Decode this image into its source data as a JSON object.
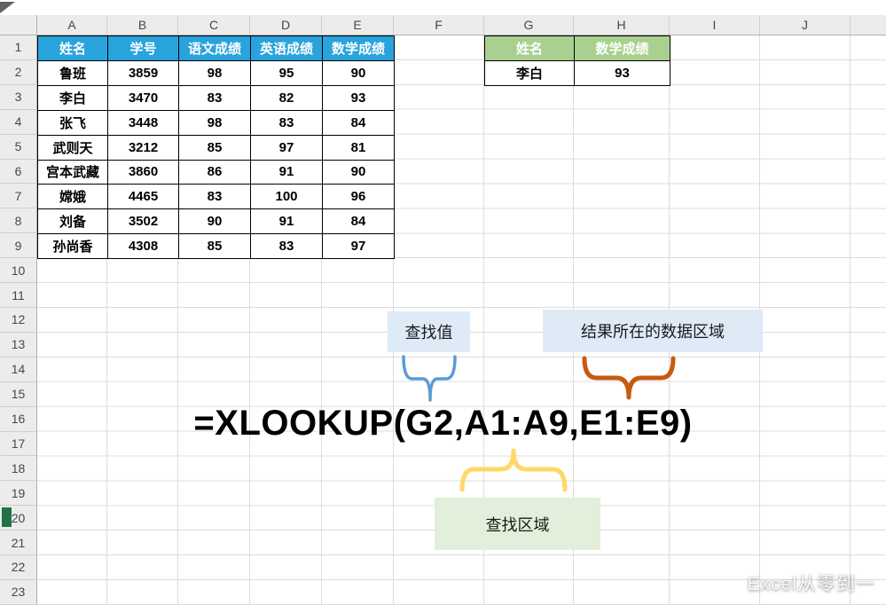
{
  "spreadsheet": {
    "column_headers": [
      "A",
      "B",
      "C",
      "D",
      "E",
      "F",
      "G",
      "H",
      "I",
      "J"
    ],
    "row_headers": [
      "1",
      "2",
      "3",
      "4",
      "5",
      "6",
      "7",
      "8",
      "9",
      "10",
      "11",
      "12",
      "13",
      "14",
      "15",
      "16",
      "17",
      "18",
      "19",
      "20",
      "21",
      "22",
      "23"
    ],
    "main_table": {
      "headers": [
        "姓名",
        "学号",
        "语文成绩",
        "英语成绩",
        "数学成绩"
      ],
      "header_color": "#29A3DC",
      "rows": [
        [
          "鲁班",
          "3859",
          "98",
          "95",
          "90"
        ],
        [
          "李白",
          "3470",
          "83",
          "82",
          "93"
        ],
        [
          "张飞",
          "3448",
          "98",
          "83",
          "84"
        ],
        [
          "武则天",
          "3212",
          "85",
          "97",
          "81"
        ],
        [
          "宫本武藏",
          "3860",
          "86",
          "91",
          "90"
        ],
        [
          "嫦娥",
          "4465",
          "83",
          "100",
          "96"
        ],
        [
          "刘备",
          "3502",
          "90",
          "91",
          "84"
        ],
        [
          "孙尚香",
          "4308",
          "85",
          "83",
          "97"
        ]
      ]
    },
    "lookup_table": {
      "headers": [
        "姓名",
        "数学成绩"
      ],
      "header_color": "#A9D08E",
      "rows": [
        [
          "李白",
          "93"
        ]
      ]
    }
  },
  "annotation": {
    "formula": "=XLOOKUP(G2,A1:A9,E1:E9)",
    "labels": {
      "lookup_value": "查找值",
      "result_range": "结果所在的数据区域",
      "lookup_range": "查找区域"
    },
    "colors": {
      "lookup_value_brace": "#5B9BD5",
      "result_range_brace": "#C55A11",
      "lookup_range_brace": "#FFD966",
      "blue_label_bg": "#DEEAF6",
      "green_label_bg": "#E2EFDA"
    }
  },
  "watermark": "Excel从零到一"
}
